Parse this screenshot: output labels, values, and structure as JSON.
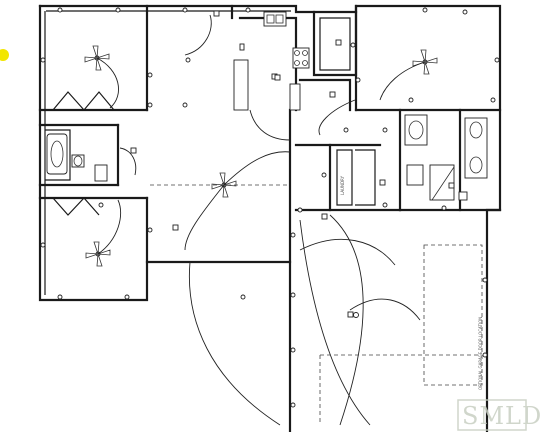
{
  "plan": {
    "labels": [
      {
        "name": "laundry-label",
        "text": "LAUNDRY"
      },
      {
        "name": "garage-note-label",
        "text": "OPTIONAL GARAGE DOOR LOCATION"
      }
    ],
    "watermark": {
      "text": "SMLD"
    },
    "colors": {
      "line": "#1a1a1a",
      "paper": "#ffffff",
      "marker": "#f2e600",
      "watermark": "#c8cfc2"
    },
    "marker_icon": "yellow-dot-icon"
  }
}
